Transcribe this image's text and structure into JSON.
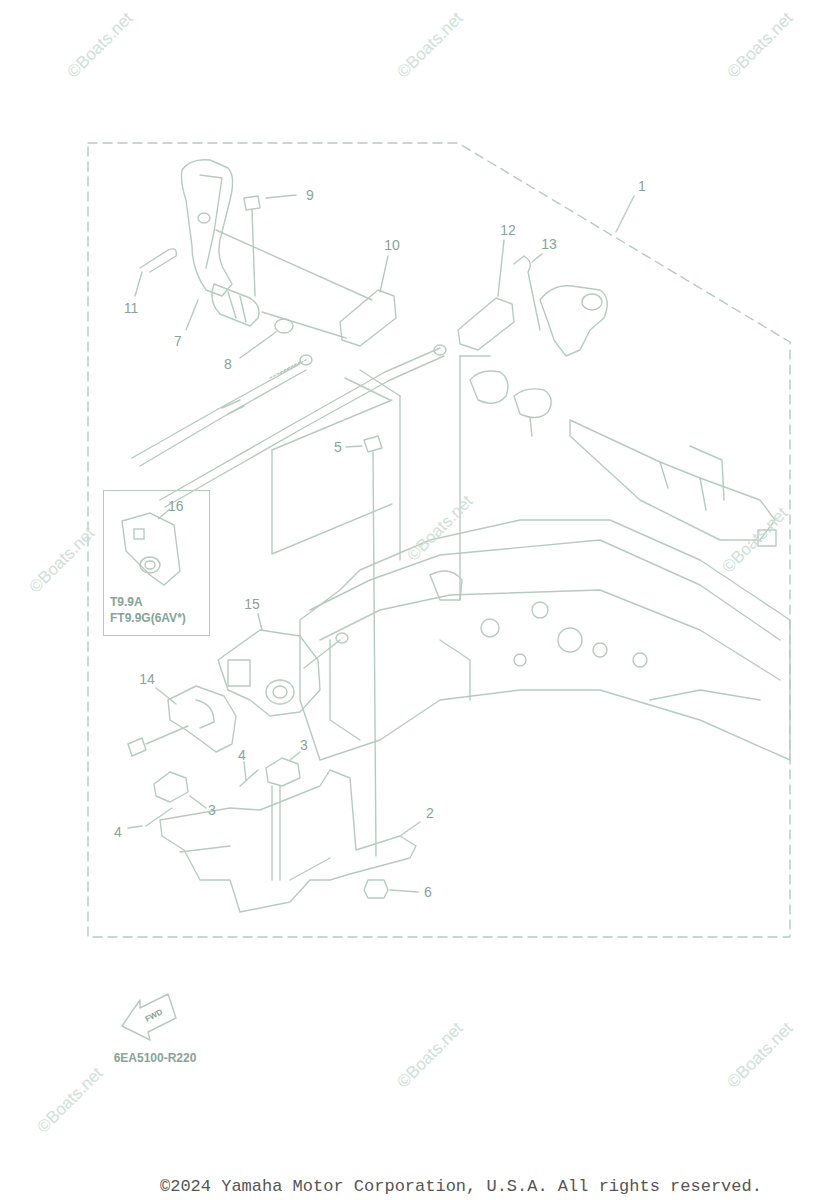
{
  "diagram": {
    "nodes": [
      {
        "text": [
          "16",
          "T9.9A FT9.9G(6AV*)"
        ]
      }
    ],
    "labels": [
      "1",
      "9",
      "10",
      "12",
      "13",
      "11",
      "7",
      "8",
      "5",
      "15",
      "14",
      "4",
      "3",
      "3",
      "4",
      "2",
      "6",
      "6EA5100-R220",
      "FWD",
      "©2024 Yamaha Motor Corporation, U.S.A. All rights reserved.",
      "©Boats.net",
      "©Boats.net",
      "©Boats.net",
      "©Boats.net",
      "©Boats.net",
      "©Boats.net",
      "©Boats.net",
      "©Boats.net",
      "©Boats.net"
    ]
  }
}
